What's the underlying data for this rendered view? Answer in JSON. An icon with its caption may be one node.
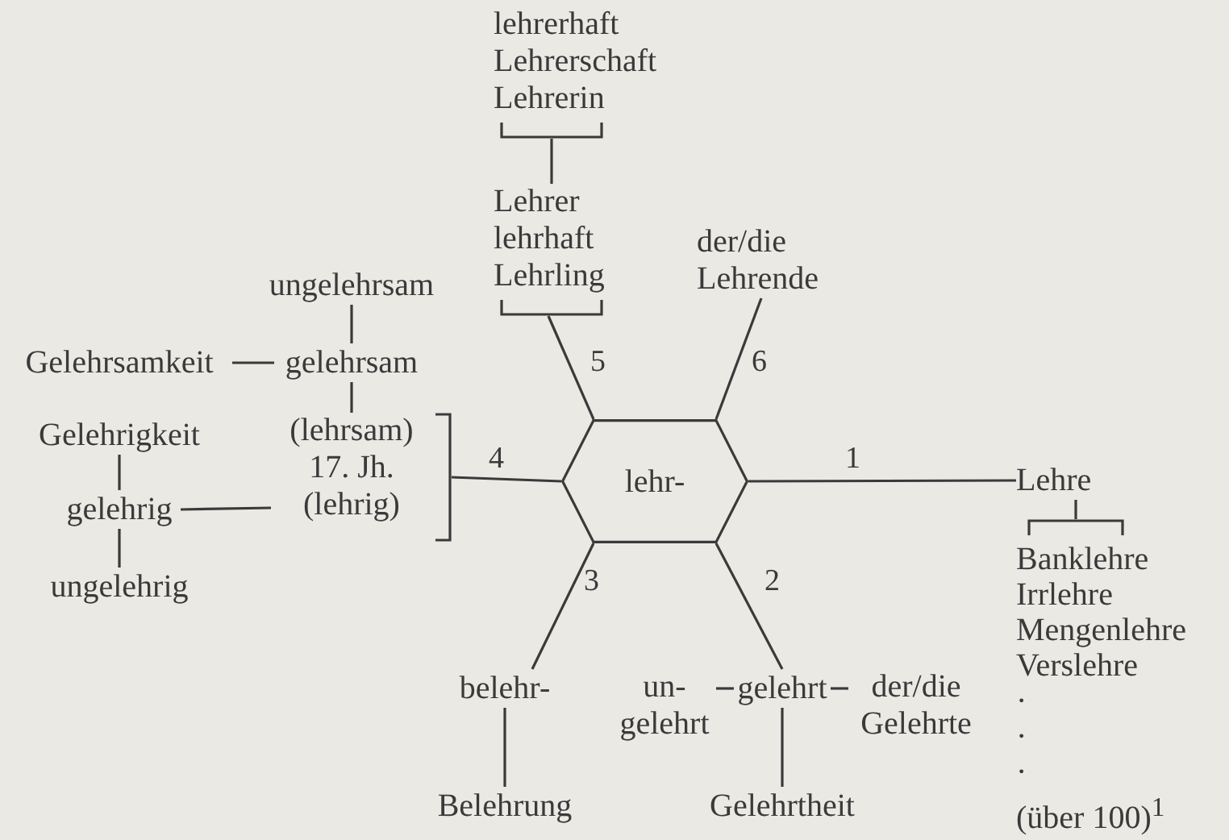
{
  "diagram": {
    "nodes": [
      {
        "text": [
          "lehrerhaft",
          "Lehrerschaft",
          "Lehrerin"
        ]
      },
      {
        "text": [
          "Lehrer",
          "lehrhaft",
          "Lehrling"
        ]
      },
      {
        "text": [
          "der/die Lehrende"
        ]
      },
      {
        "text": [
          "ungelehrsam"
        ]
      },
      {
        "text": [
          "Gelehrsamkeit"
        ]
      },
      {
        "text": [
          "gelehrsam"
        ]
      },
      {
        "text": [
          "(lehrsam)",
          "17. Jh.",
          "(lehrig)"
        ]
      },
      {
        "text": [
          "Gelehrigkeit"
        ]
      },
      {
        "text": [
          "gelehrig"
        ]
      },
      {
        "text": [
          "ungelehrig"
        ]
      },
      {
        "text": [
          "lehr-"
        ]
      },
      {
        "text": [
          "Lehre"
        ]
      },
      {
        "text": [
          "Banklehre",
          "Irrlehre",
          "Mengenlehre",
          "Verslehre",
          "·",
          "·",
          "·",
          "(über 100)$^{1}$"
        ]
      },
      {
        "text": [
          "belehr-"
        ]
      },
      {
        "text": [
          "un- gelehrt"
        ]
      },
      {
        "text": [
          "gelehrt"
        ]
      },
      {
        "text": [
          "der/die Gelehrte"
        ]
      },
      {
        "text": [
          "Belehrung"
        ]
      },
      {
        "text": [
          "Gelehrtheit"
        ]
      }
    ],
    "edges": [
      {
        "from": 0,
        "to": 1,
        "arrow": "none"
      },
      {
        "from": 10,
        "to": 11,
        "arrow": "none",
        "label": "1"
      },
      {
        "from": 11,
        "to": 12,
        "arrow": "none"
      },
      {
        "from": 10,
        "to": 15,
        "arrow": "none",
        "label": "2"
      },
      {
        "from": 15,
        "to": 18,
        "arrow": "none"
      },
      {
        "from": 15,
        "to": 16,
        "arrow": "none"
      },
      {
        "from": 14,
        "to": 15,
        "arrow": "none"
      },
      {
        "from": 10,
        "to": 13,
        "arrow": "none",
        "label": "3"
      },
      {
        "from": 13,
        "to": 17,
        "arrow": "none"
      },
      {
        "from": 10,
        "to": 6,
        "arrow": "none",
        "label": "4"
      },
      {
        "from": 5,
        "to": 6,
        "arrow": "none"
      },
      {
        "from": 3,
        "to": 5,
        "arrow": "none"
      },
      {
        "from": 4,
        "to": 5,
        "arrow": "none"
      },
      {
        "from": 8,
        "to": 6,
        "arrow": "none"
      },
      {
        "from": 7,
        "to": 8,
        "arrow": "none"
      },
      {
        "from": 8,
        "to": 9,
        "arrow": "none"
      },
      {
        "from": 10,
        "to": 1,
        "arrow": "none",
        "label": "5"
      },
      {
        "from": 10,
        "to": 2,
        "arrow": "none",
        "label": "6"
      }
    ]
  }
}
